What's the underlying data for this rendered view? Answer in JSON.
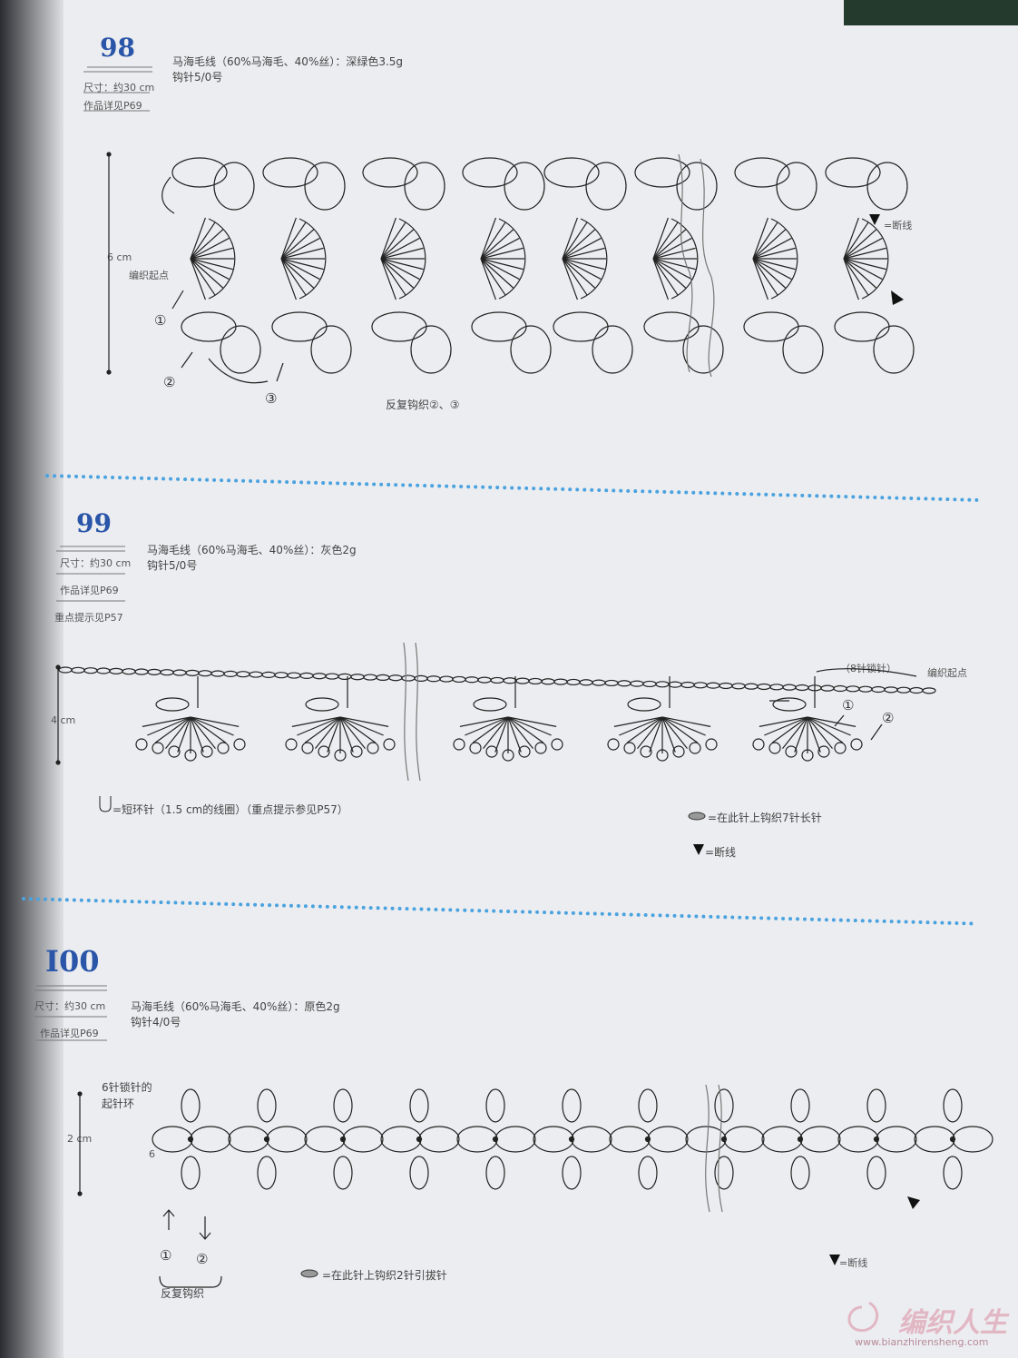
{
  "pattern98": {
    "number": "98",
    "size": "尺寸：约30 cm",
    "ref": "作品详见P69",
    "yarn": "马海毛线（60%马海毛、40%丝）：深绿色3.5g",
    "hook": "钩针5/0号",
    "height": "6 cm",
    "start": "编织起点",
    "step1": "①",
    "step2": "②",
    "step3": "③",
    "repeat": "反复钩织②、③",
    "legend_cut": "=断线"
  },
  "pattern99": {
    "number": "99",
    "size": "尺寸：约30 cm",
    "ref": "作品详见P69",
    "tip": "重点提示见P57",
    "yarn": "马海毛线（60%马海毛、40%丝）：灰色2g",
    "hook": "钩针5/0号",
    "height": "4 cm",
    "chain_note": "（8针锁针）",
    "start": "编织起点",
    "step1": "①",
    "step2": "②",
    "loop_legend": "=短环针（1.5 cm的线圈）（重点提示参见P57）",
    "oval_legend": "=在此针上钩织7针长针",
    "legend_cut": "=断线"
  },
  "pattern100": {
    "number": "I00",
    "size": "尺寸：约30 cm",
    "ref": "作品详见P69",
    "yarn": "马海毛线（60%马海毛、40%丝）：原色2g",
    "hook": "钩针4/0号",
    "ring_note_1": "6针锁针的",
    "ring_note_2": "起针环",
    "ring_count": "6",
    "height": "2 cm",
    "step1": "①",
    "step2": "②",
    "repeat": "反复钩织",
    "oval_legend": "=在此针上钩织2针引拔针",
    "legend_cut": "=断线"
  },
  "watermark": {
    "brand": "编织人生",
    "url": "www.bianzhirensheng.com"
  },
  "colors": {
    "number": "#2a55a8",
    "divider": "#4aa3e0",
    "page": "#ecedf0"
  }
}
